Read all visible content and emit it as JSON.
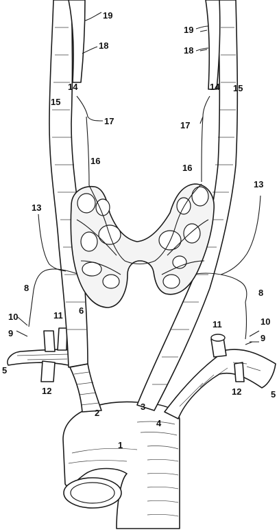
{
  "labels": {
    "l1": "1",
    "l2": "2",
    "l3": "3",
    "l4": "4",
    "l5_left": "5",
    "l5_right": "5",
    "l6": "6",
    "l8_left": "8",
    "l8_right": "8",
    "l9_left": "9",
    "l9_right": "9",
    "l10_left": "10",
    "l10_right": "10",
    "l11_left": "11",
    "l11_right": "11",
    "l12_left": "12",
    "l12_right": "12",
    "l13_left": "13",
    "l13_right": "13",
    "l14_left": "14",
    "l14_right": "14",
    "l15_left": "15",
    "l15_right": "15",
    "l16_left": "16",
    "l16_right": "16",
    "l17_left": "17",
    "l17_right": "17",
    "l18_left": "18",
    "l18_right": "18",
    "l19_left": "19",
    "l19_right": "19"
  },
  "colors": {
    "ink": "#1a1a1a",
    "background": "#ffffff"
  }
}
